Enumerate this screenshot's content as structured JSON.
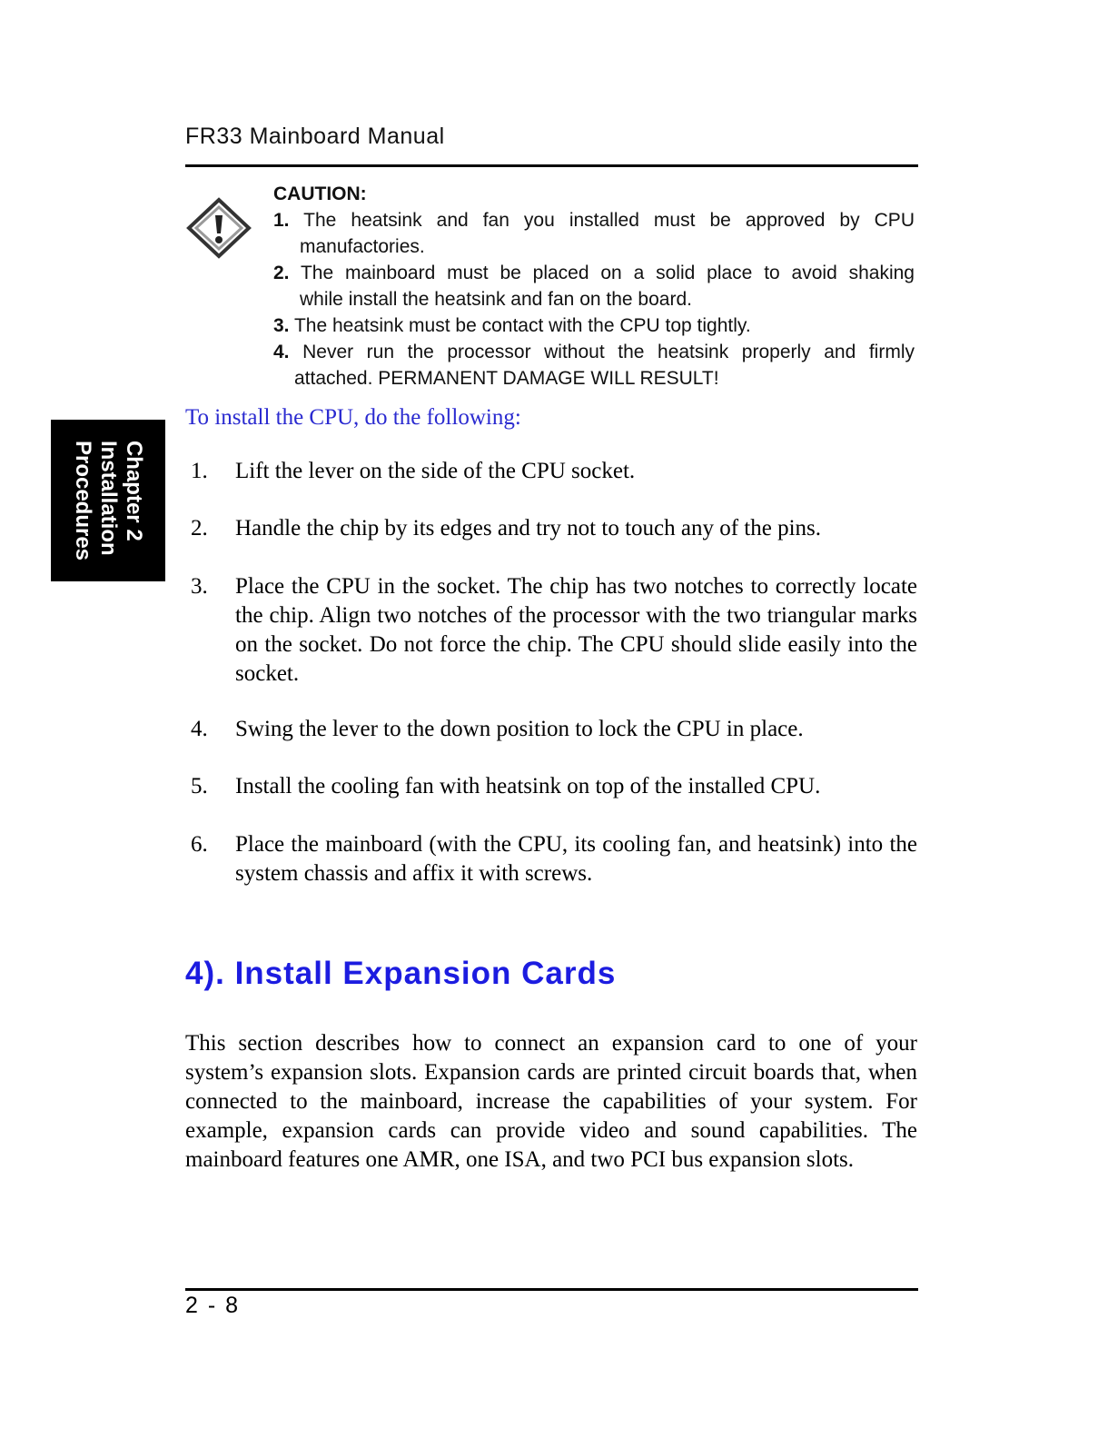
{
  "header": {
    "title": "FR33 Mainboard Manual"
  },
  "side_tab": {
    "lines": [
      "Chapter 2",
      "Installation",
      "Procedures"
    ]
  },
  "caution": {
    "title": "CAUTION:",
    "items": [
      {
        "num": "1.",
        "line1": "The heatsink and fan you installed must be approved by CPU",
        "line2": "manufactories."
      },
      {
        "num": "2.",
        "line1": "The mainboard must be placed on a solid place to avoid shaking",
        "line2": "while install the heatsink and fan on the board."
      },
      {
        "num": "3.",
        "line1": "The heatsink must be contact with the CPU top tightly.",
        "line2": ""
      },
      {
        "num": "4.",
        "line1": "Never run the processor without the heatsink properly and firmly",
        "line2": "attached. PERMANENT DAMAGE WILL RESULT!"
      }
    ]
  },
  "intro": "To install the CPU, do the following:",
  "steps": [
    {
      "num": "1.",
      "text": "Lift the lever on the side of the CPU socket."
    },
    {
      "num": "2.",
      "text": "Handle the chip by its edges and try not to touch any of the pins."
    },
    {
      "num": "3.",
      "text": "Place the CPU in the socket. The chip has two notches to correctly locate the chip. Align two notches of the processor with the two triangular marks on the socket. Do not force the chip. The CPU should slide easily into the socket."
    },
    {
      "num": "4.",
      "text": "Swing the lever to the down position to lock the CPU in place."
    },
    {
      "num": "5.",
      "text": "Install the cooling fan with heatsink on top of the installed CPU."
    },
    {
      "num": "6.",
      "text": "Place the mainboard (with the CPU, its cooling fan, and heatsink) into the system chassis and affix it with screws."
    }
  ],
  "section": {
    "heading": "4). Install Expansion Cards",
    "body": "This section describes how to connect an expansion card to one of your system’s expansion slots. Expansion cards are printed circuit boards that, when connected to the mainboard, increase the capabilities of your system. For example, expansion cards can provide video and sound capabilities. The mainboard features one AMR, one ISA, and two PCI bus expansion slots."
  },
  "footer": {
    "page_number": "2 - 8"
  },
  "icons": {
    "caution": "caution-diamond-exclamation-icon"
  },
  "colors": {
    "link_blue": "#2a2ad0",
    "heading_blue": "#1c1ce0",
    "tab_black": "#000000"
  }
}
